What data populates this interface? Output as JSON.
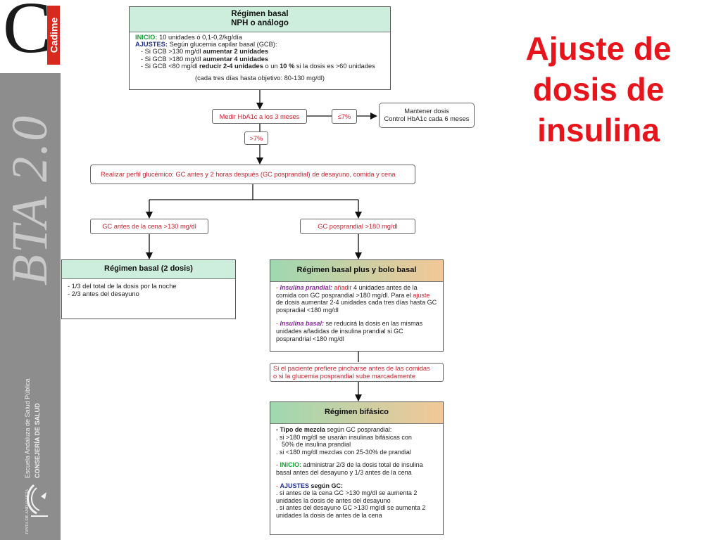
{
  "brand": {
    "letter": "C",
    "name": "Cadime",
    "series": "BTA 2.0",
    "org_line1": "Escuela Andaluza de Salud Pública",
    "org_line2": "CONSEJERÍA DE SALUD",
    "logo_text": "JUNTA DE ANDALUCIA"
  },
  "title": {
    "line1": "Ajuste de",
    "line2": "dosis de",
    "line3": "insulina"
  },
  "colors": {
    "title": "#e8141b",
    "header_green": "#cdeedd",
    "header_orange": "#f3c797",
    "label_red": "#c8232c",
    "inicio_green": "#16a235",
    "ajustes_blue": "#22318f",
    "insulina_purple": "#8a2aa0"
  },
  "box_basal": {
    "title1": "Régimen basal",
    "title2": "NPH o análogo",
    "inicio_label": "INICIO:",
    "inicio_text": " 10 unidades ó 0,1-0,2/kg/día",
    "ajustes_label": "AJUSTES:",
    "ajustes_text": " Según glucemia capilar basal (GCB):",
    "rule1_pre": "- Si GCB >130 mg/dl ",
    "rule1_bold": "aumentar 2 unidades",
    "rule2_pre": "- Si GCB >180 mg/dl ",
    "rule2_bold": "aumentar 4 unidades",
    "rule3_pre": "- Si GCB <80 mg/dl ",
    "rule3_bold": "reducir 2-4 unidades",
    "rule3_mid": " o un ",
    "rule3_bold2": "10 %",
    "rule3_post": " si la dosis es >60 unidades",
    "footer": "(cada tres días hasta objetivo: 80-130 mg/dl)"
  },
  "hba1c": {
    "measure": "Medir HbA1c a los 3 meses",
    "le7": "≤7%",
    "gt7": ">7%",
    "keep1": "Mantener dosis",
    "keep2": "Control HbA1c cada 6 meses"
  },
  "profile": "Realizar perfil glucémico: GC antes y 2 horas después (GC posprandial) de desayuno, comida y cena",
  "cond_left": "GC antes de la cena >130 mg/dl",
  "cond_right": "GC posprandial >180 mg/dl",
  "box_2dosis": {
    "title": "Régimen basal (2 dosis)",
    "line1": "- 1/3 del total de la dosis por la noche",
    "line2": "- 2/3 antes del desayuno"
  },
  "box_plus": {
    "title": "Régimen basal plus y bolo basal",
    "p1_dash": "- ",
    "p1_label": "Insulina prandial:",
    "p1_verb": " añadir",
    "p1_text_a": " 4 unidades antes de la comida con GC posprandial >180 mg/dl. Para el ",
    "p1_ajuste": "ajuste",
    "p1_text_b": " de dosis aumentar 2-4 unidades cada tres días hasta GC pospradial <180 mg/dl",
    "p2_dash": "- ",
    "p2_label": "Insulina basal:",
    "p2_text": " se reducirá la dosis en las mismas unidades añadidas de insulina prandial  si GC posprandrial <180 mg/dl"
  },
  "switch_note": {
    "line1": "Si el paciente prefiere pincharse antes de las comidas",
    "line2": "o si la glucemia posprandial sube marcadamente"
  },
  "box_bifasico": {
    "title": "Régimen bifásico",
    "tipo_label": "- Tipo de mezcla",
    "tipo_text": " según GC posprandial:",
    "t1": ". si >180 mg/dl se usarán insulinas bifásicas con",
    "t2": "50% de insulina prandial",
    "t3": ". si <180 mg/dl mezclas con 25-30% de prandial",
    "inicio_dash": "- ",
    "inicio_label": "INICIO:",
    "inicio_text": " administrar 2/3 de la dosis total de insulina basal antes del desayuno y 1/3 antes de la cena",
    "ajustes_dash": "- ",
    "ajustes_label": "AJUSTES",
    "ajustes_text": " según GC:",
    "a1": ". si antes de la cena GC >130 mg/dl se aumenta 2 unidades la dosis de antes del desayuno",
    "a2": ". si antes del desayuno GC >130 mg/dl se aumenta 2 unidades la dosis de antes de la cena"
  }
}
